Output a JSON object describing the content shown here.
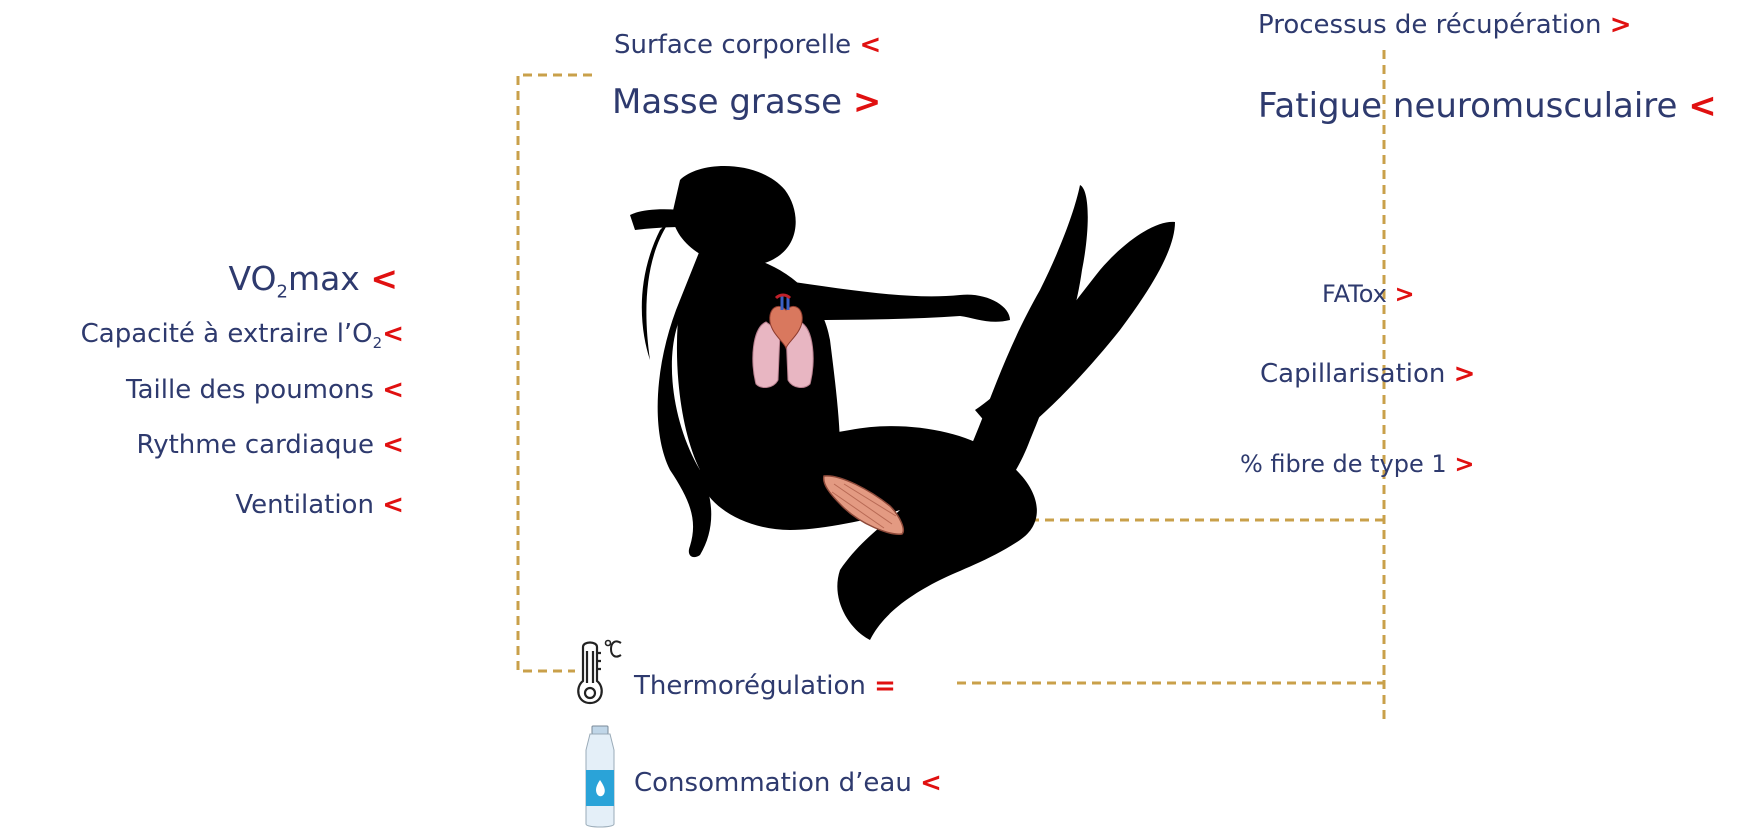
{
  "colors": {
    "text": "#2e3a6e",
    "symbol": "#e01010",
    "connector": "#c9a04a",
    "silhouette": "#000000"
  },
  "left_list": [
    {
      "id": "vo2max",
      "label_main": "VO",
      "label_sub": "2",
      "label_tail": "max",
      "symbol": "<"
    },
    {
      "id": "extraction",
      "label_main": "Capacité à extraire l’O",
      "label_sub": "2",
      "label_tail": "",
      "symbol": "<"
    },
    {
      "id": "lungs",
      "label_main": "Taille des poumons",
      "symbol": "<"
    },
    {
      "id": "heart-rate",
      "label_main": "Rythme cardiaque",
      "symbol": "<"
    },
    {
      "id": "ventilation",
      "label_main": "Ventilation",
      "symbol": "<"
    }
  ],
  "top_center": {
    "surface": {
      "label": "Surface corporelle",
      "symbol": "<"
    },
    "fat": {
      "label": "Masse grasse",
      "symbol": ">"
    }
  },
  "right_list": {
    "recovery": {
      "label": "Processus de récupération",
      "symbol": ">"
    },
    "fatigue": {
      "label": "Fatigue neuromusculaire",
      "symbol": "<"
    },
    "fatox": {
      "label": "FATox",
      "symbol": ">"
    },
    "capillar": {
      "label": "Capillarisation",
      "symbol": ">"
    },
    "fibre": {
      "label": "% fibre de type 1",
      "symbol": ">"
    }
  },
  "bottom": {
    "thermo": {
      "label": "Thermorégulation",
      "symbol": "="
    },
    "water": {
      "label": "Consommation d’eau",
      "symbol": "<"
    }
  },
  "icons": [
    "thermometer-icon",
    "water-bottle-icon",
    "heart-icon",
    "lungs-icon",
    "muscle-icon"
  ]
}
